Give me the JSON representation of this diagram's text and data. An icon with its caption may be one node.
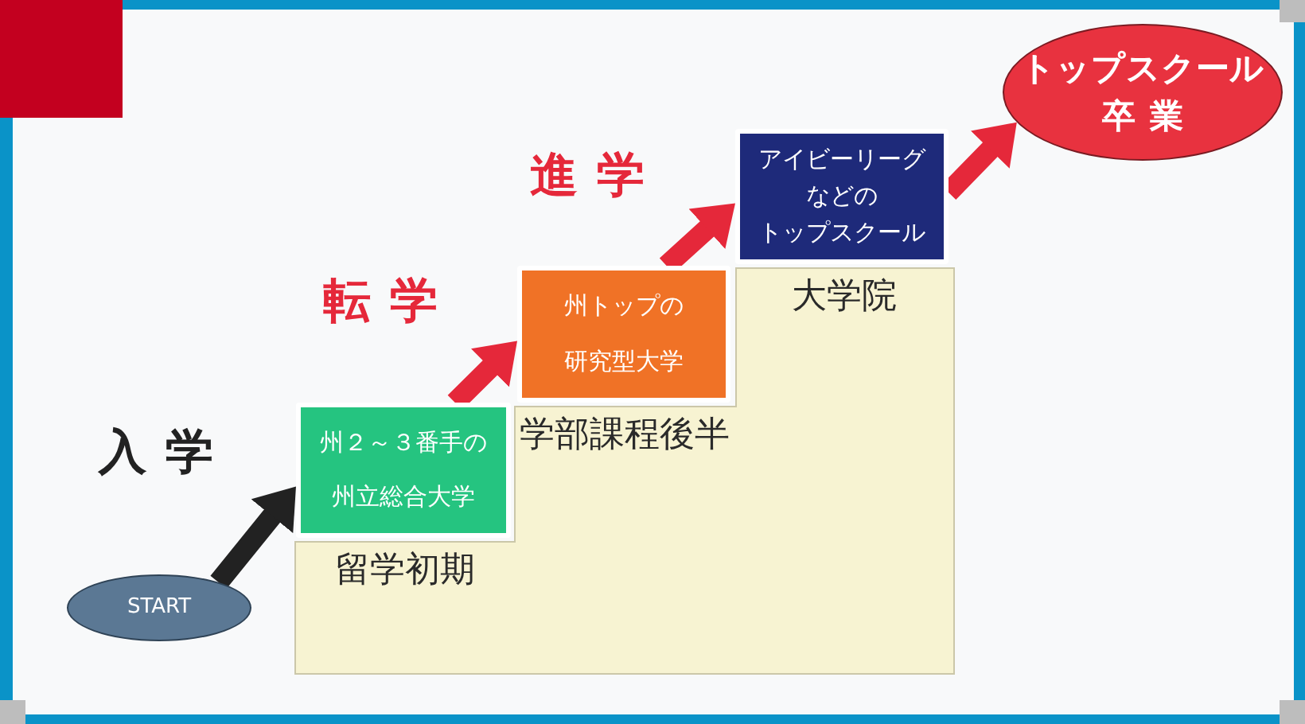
{
  "diagram": {
    "nodes": [
      {
        "text": [
          "START"
        ]
      },
      {
        "text": [
          "州２～３番手の州立総合大学"
        ]
      },
      {
        "text": [
          "州トップの研究型大学"
        ]
      },
      {
        "text": [
          "アイビーリーグなどのトップスクール"
        ]
      },
      {
        "text": [
          "トップスクール卒業"
        ]
      },
      {
        "text": [
          "留学初期"
        ]
      },
      {
        "text": [
          "学部課程後半"
        ]
      },
      {
        "text": [
          "大学院"
        ]
      }
    ],
    "edges": [
      {
        "from": 0,
        "to": 1,
        "arrow": "to",
        "label": "入学",
        "color": "#222222"
      },
      {
        "from": 1,
        "to": 2,
        "arrow": "to",
        "label": "転学"
      },
      {
        "from": 2,
        "to": 3,
        "arrow": "to",
        "label": "進学"
      },
      {
        "from": 3,
        "to": 4,
        "arrow": "to"
      }
    ]
  }
}
